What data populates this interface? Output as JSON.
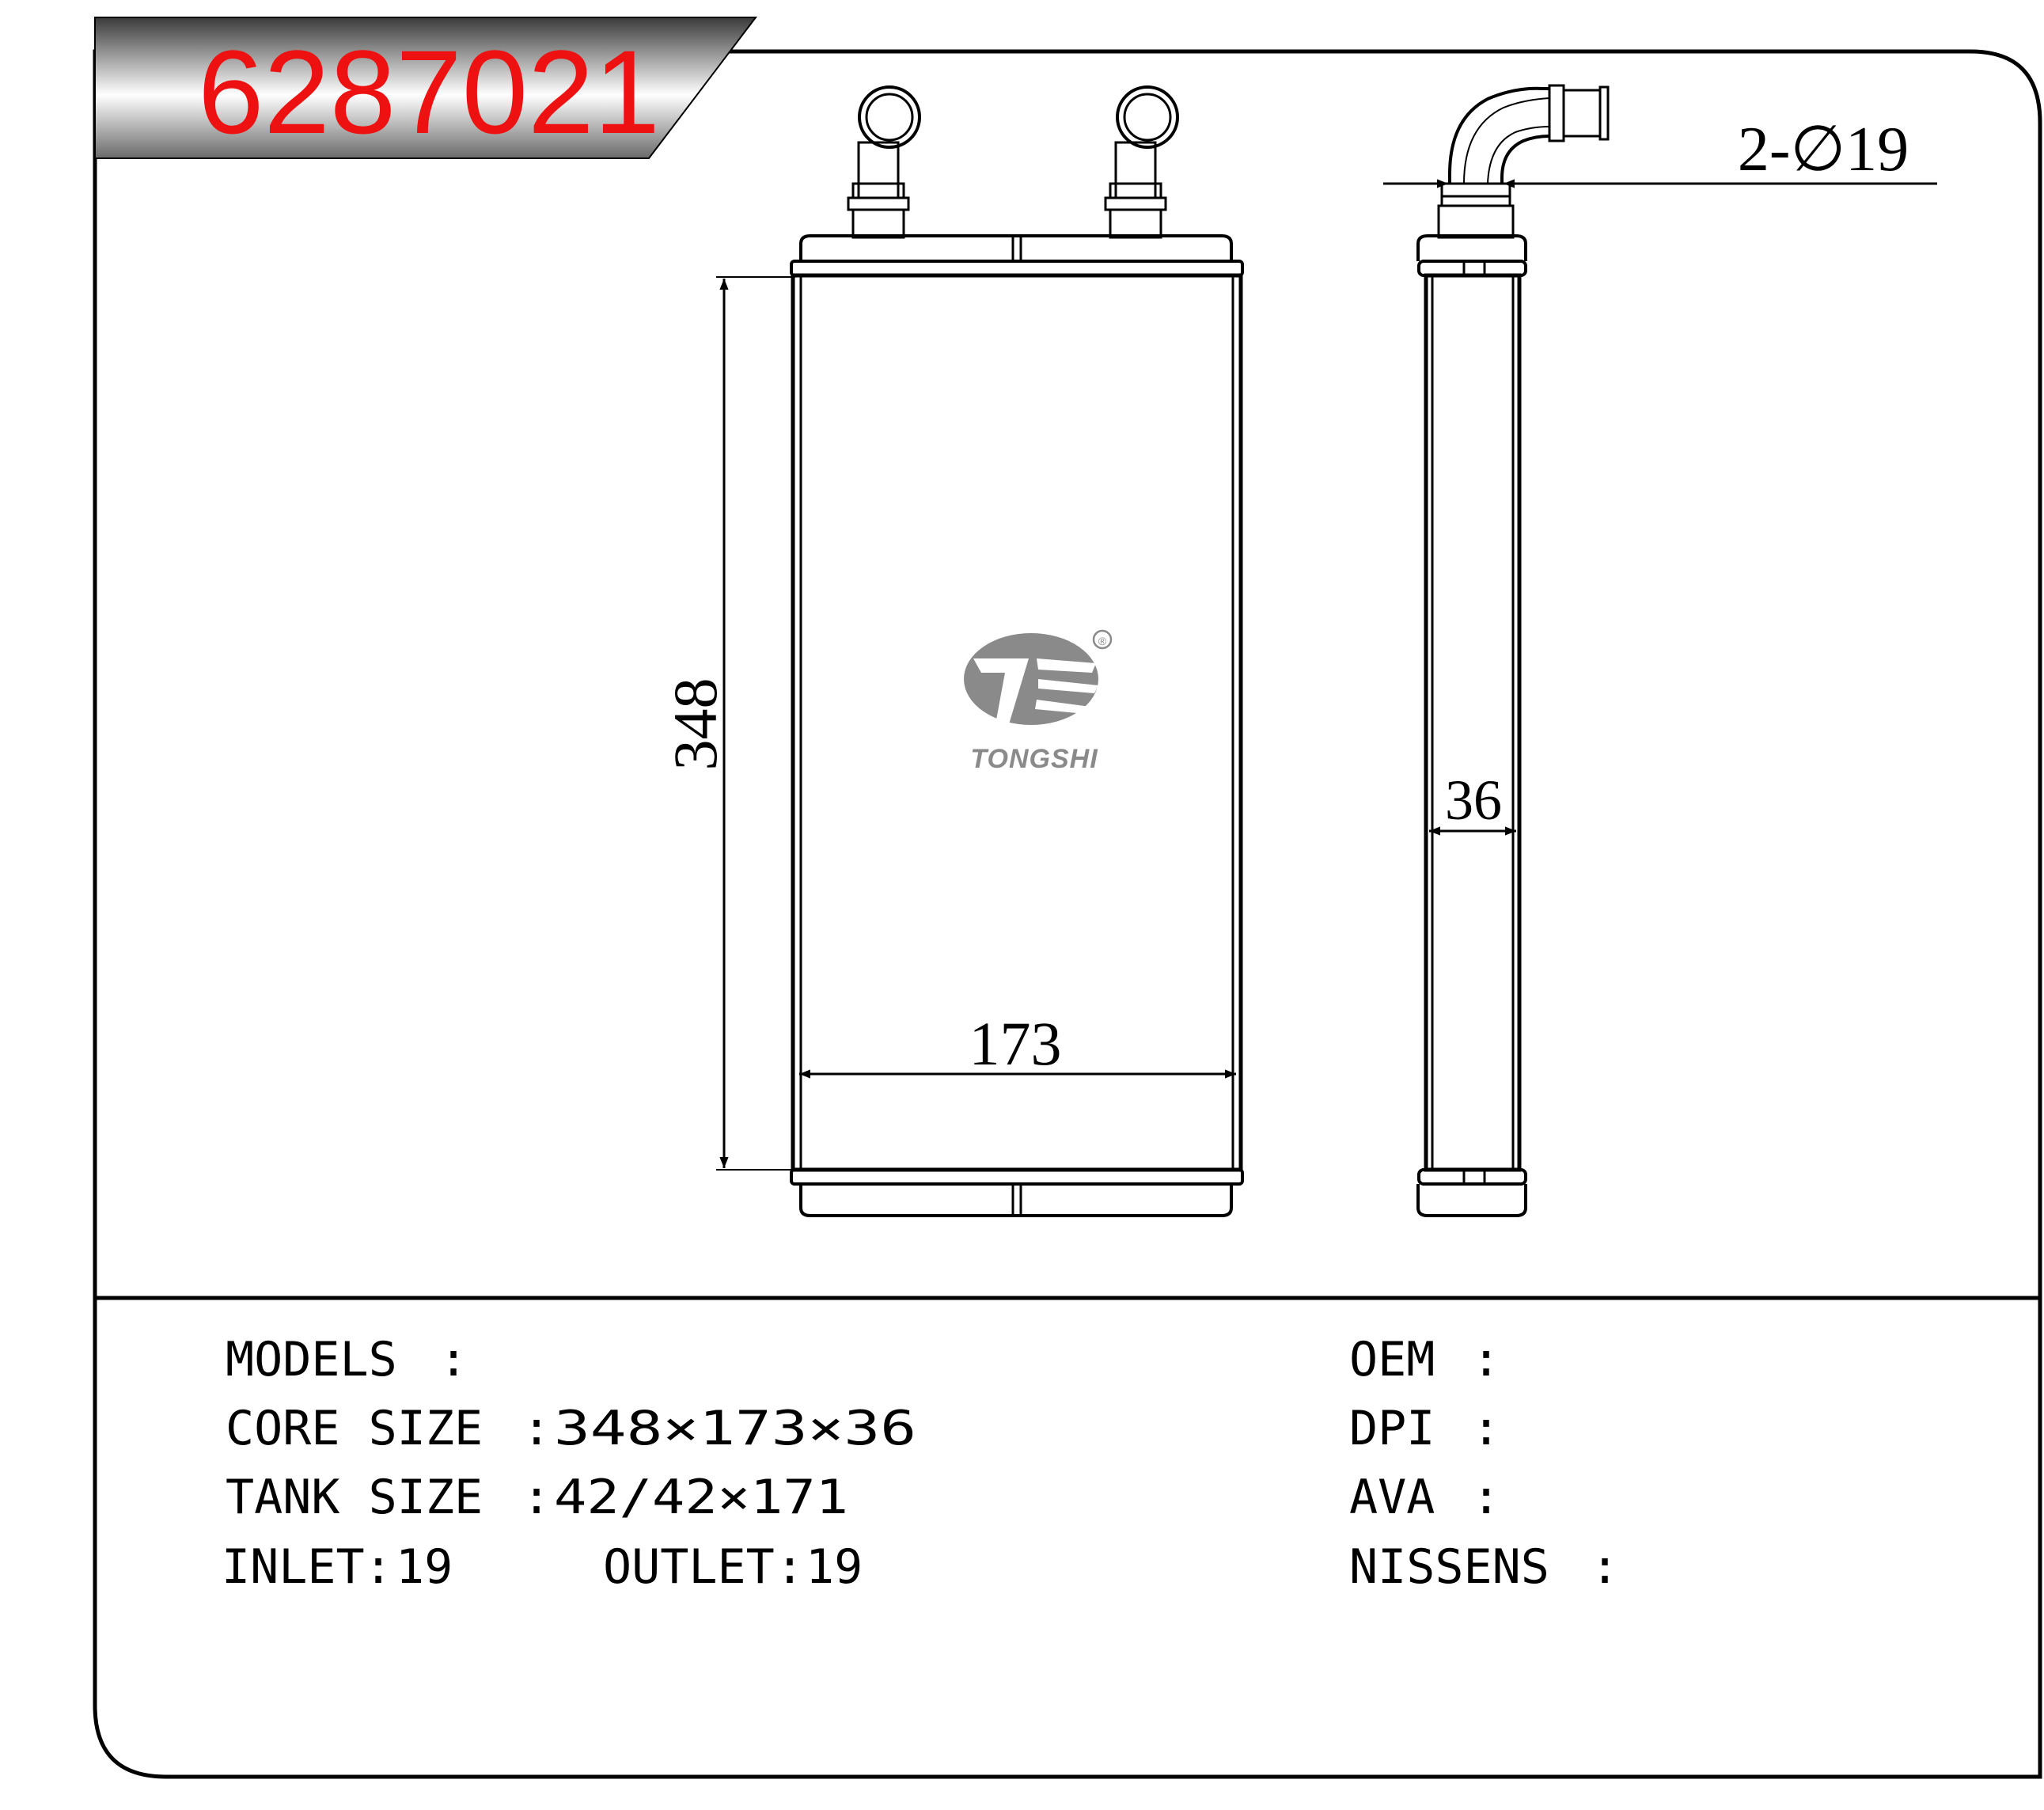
{
  "part_number": "6287021",
  "brand": {
    "name": "TONGSHI",
    "registered_mark": "®"
  },
  "dimensions": {
    "height": "348",
    "width": "173",
    "depth": "36",
    "pipes": "2-∅19"
  },
  "specs_left": [
    {
      "label": "MODELS",
      "sep": ":",
      "value": ""
    },
    {
      "label": "CORE SIZE",
      "sep": ":",
      "value": "348×173×36"
    },
    {
      "label": "TANK SIZE",
      "sep": ":",
      "value": "42/42×171"
    }
  ],
  "inlet": {
    "label": "INLET",
    "sep": ":",
    "value": "19"
  },
  "outlet": {
    "label": "OUTLET",
    "sep": ":",
    "value": "19"
  },
  "specs_right": [
    {
      "label": "OEM",
      "sep": ":",
      "value": ""
    },
    {
      "label": "DPI",
      "sep": ":",
      "value": ""
    },
    {
      "label": "AVA",
      "sep": ":",
      "value": ""
    },
    {
      "label": "NISSENS",
      "sep": ":",
      "value": ""
    }
  ],
  "colors": {
    "part_number": "#ee1111",
    "line": "#000000",
    "logo_gray": "#8a8a8a",
    "banner_dark": "#3a3a3a",
    "banner_light": "#ffffff"
  }
}
